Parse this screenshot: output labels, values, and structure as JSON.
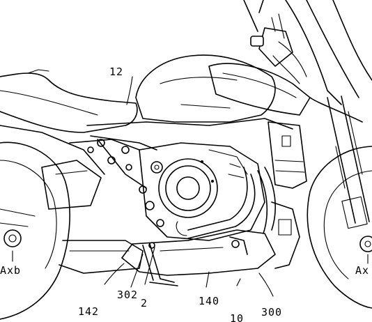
{
  "labels": {
    "seat": "12",
    "stand_left": "302",
    "stand_right": "2",
    "cover": "140",
    "exhaust": "142",
    "guard": "300",
    "ref_bottom": "10",
    "axle_rear": "Axb",
    "axle_front": "Ax"
  }
}
